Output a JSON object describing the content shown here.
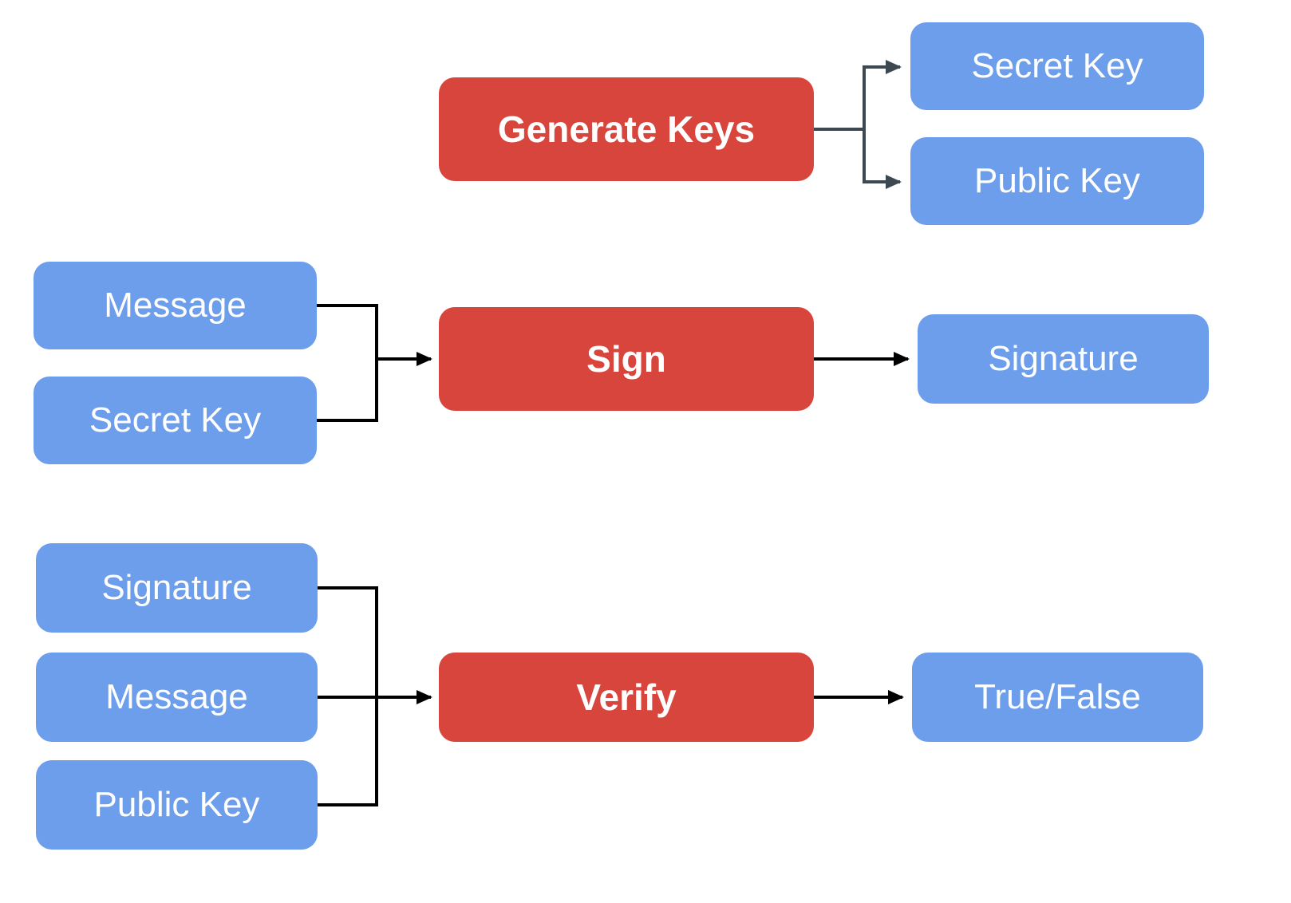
{
  "colors": {
    "process_box": "#d8453c",
    "data_box": "#6d9eeb",
    "box_text": "#ffffff",
    "connector": "#000000",
    "connector_top": "#3c4953"
  },
  "generate": {
    "process_label": "Generate Keys",
    "output_secret_key": "Secret Key",
    "output_public_key": "Public Key"
  },
  "sign": {
    "input_message": "Message",
    "input_secret_key": "Secret Key",
    "process_label": "Sign",
    "output_signature": "Signature"
  },
  "verify": {
    "input_signature": "Signature",
    "input_message": "Message",
    "input_public_key": "Public Key",
    "process_label": "Verify",
    "output_result": "True/False"
  }
}
